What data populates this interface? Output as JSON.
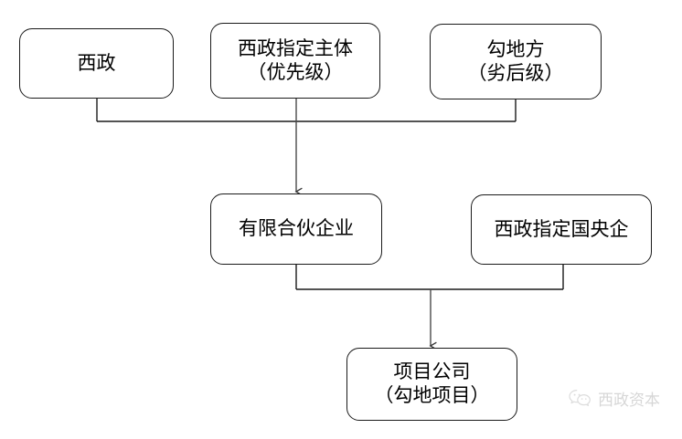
{
  "diagram": {
    "type": "org-structure-flowchart",
    "background_color": "#ffffff",
    "border_color": "#1a1a1a",
    "text_color": "#000000",
    "nodes": [
      {
        "id": "xizheng",
        "line1": "西政",
        "line2": ""
      },
      {
        "id": "designated",
        "line1": "西政指定主体",
        "line2": "（优先级）"
      },
      {
        "id": "land_party",
        "line1": "勾地方",
        "line2": "（劣后级）"
      },
      {
        "id": "lp_enterprise",
        "line1": "有限合伙企业",
        "line2": ""
      },
      {
        "id": "soe",
        "line1": "西政指定国央企",
        "line2": ""
      },
      {
        "id": "project_co",
        "line1": "项目公司",
        "line2": "（勾地项目）"
      }
    ]
  },
  "watermark": {
    "text": "西政资本",
    "icon": "wechat-icon",
    "color": "#8a8a8a"
  }
}
